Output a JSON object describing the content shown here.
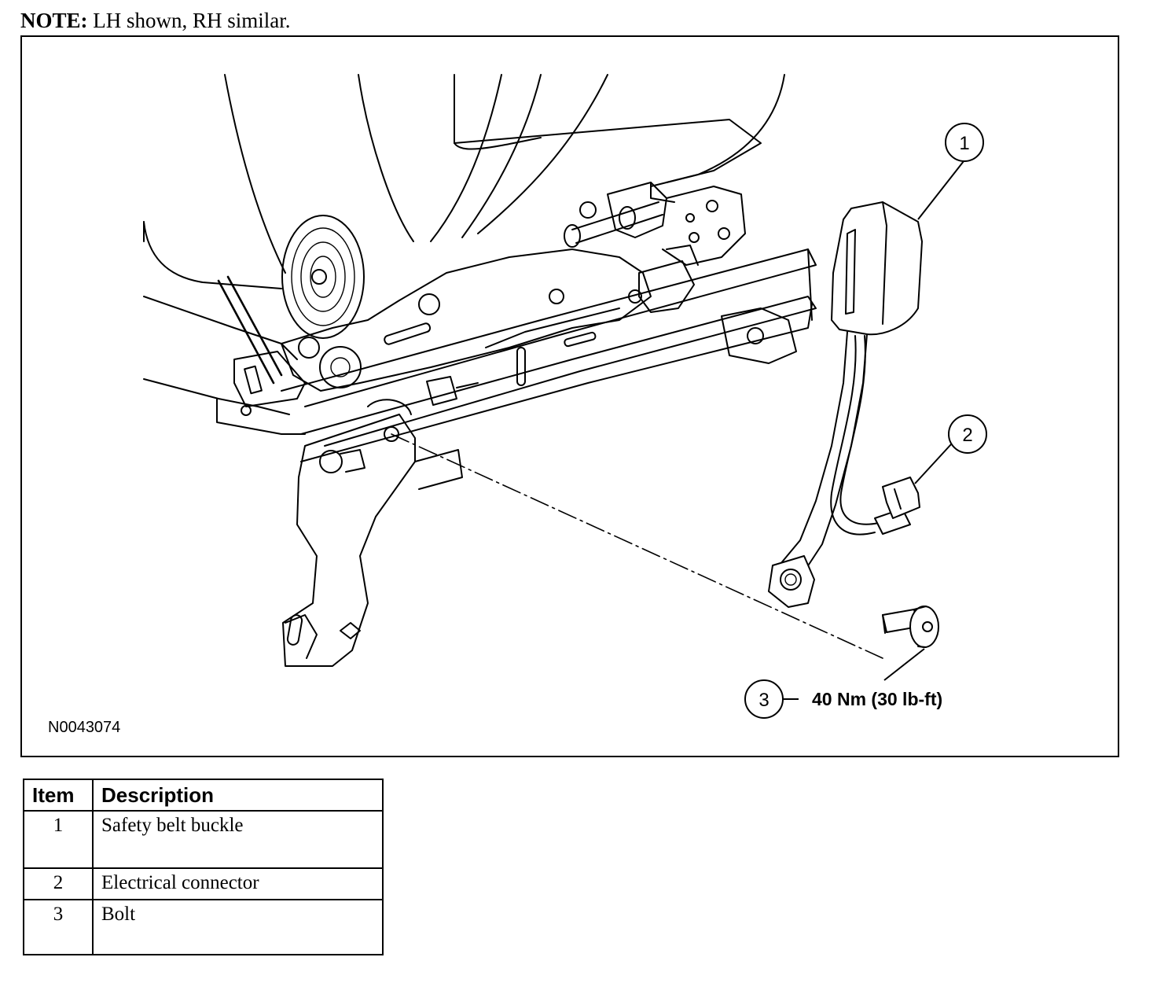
{
  "note": {
    "label": "NOTE:",
    "text": " LH shown, RH similar."
  },
  "figure": {
    "figure_id": "N0043074",
    "callouts": [
      {
        "number": "1"
      },
      {
        "number": "2"
      },
      {
        "number": "3",
        "spec": "40 Nm (30 lb-ft)"
      }
    ]
  },
  "table": {
    "headers": {
      "item": "Item",
      "description": "Description"
    },
    "rows": [
      {
        "item": "1",
        "description": "Safety belt buckle"
      },
      {
        "item": "2",
        "description": "Electrical connector"
      },
      {
        "item": "3",
        "description": "Bolt"
      }
    ]
  }
}
